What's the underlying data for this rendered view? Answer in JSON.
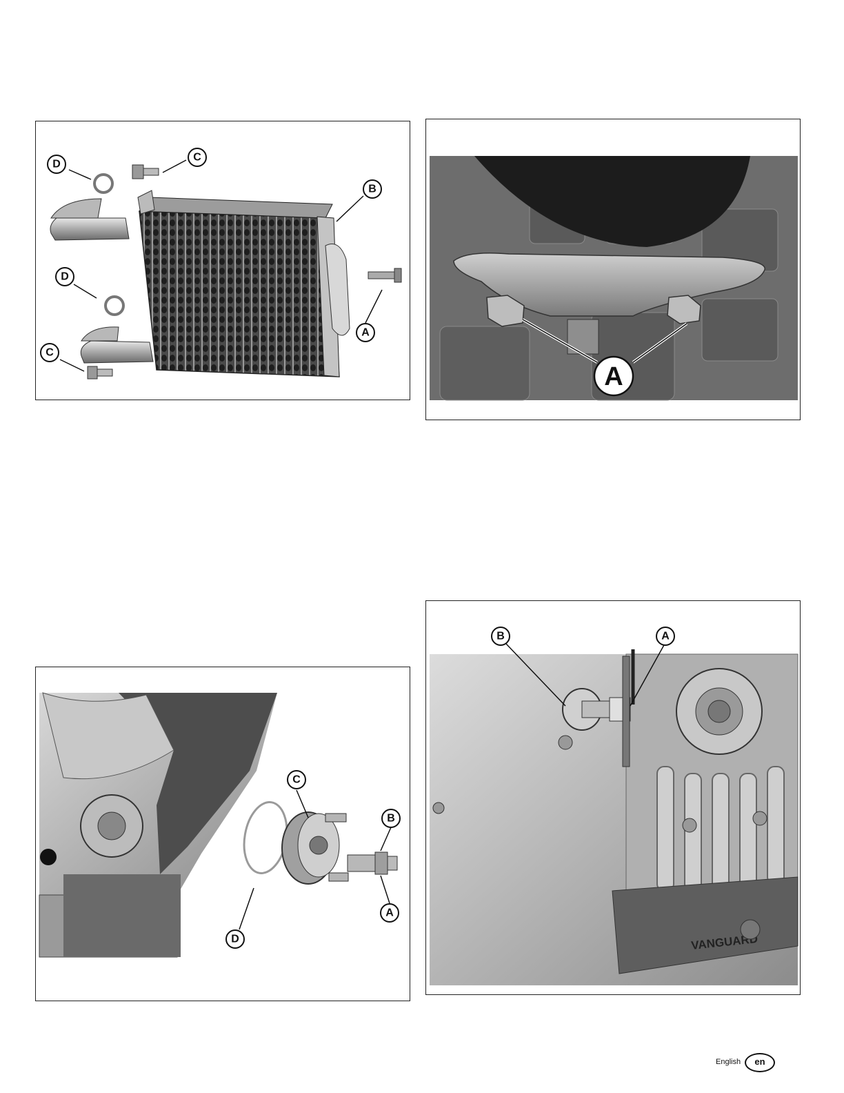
{
  "figures": {
    "oil_cooler_exploded": {
      "callouts": {
        "a": "A",
        "b": "B",
        "c1": "C",
        "c2": "C",
        "d1": "D",
        "d2": "D"
      }
    },
    "oil_pan_bolts": {
      "callouts": {
        "a": "A"
      }
    },
    "oil_filter_adapter_exploded": {
      "callouts": {
        "a": "A",
        "b": "B",
        "c": "C",
        "d": "D"
      }
    },
    "oil_pressure_switch": {
      "callouts": {
        "a": "A",
        "b": "B"
      },
      "logo_text": "VANGUARD"
    }
  },
  "footer": {
    "language": "English",
    "code": "en"
  },
  "colors": {
    "border": "#222222",
    "illustration_gray": "#8a8a8a",
    "background": "#ffffff"
  }
}
